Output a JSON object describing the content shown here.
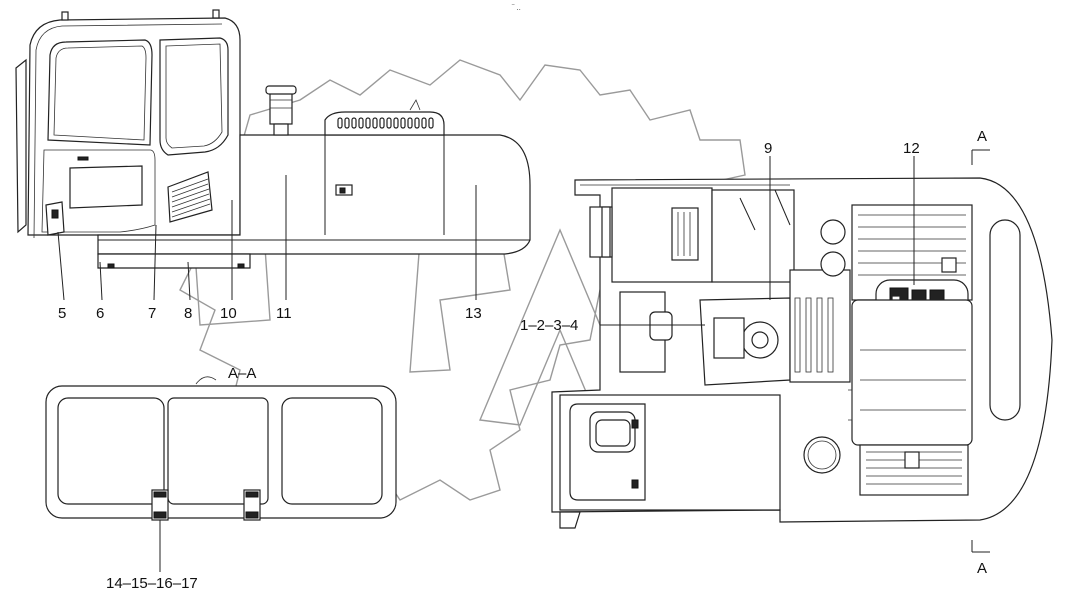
{
  "top_mark": "‾ ‥",
  "section_title": "A–A",
  "section_markers": {
    "top": "A",
    "bottom": "A"
  },
  "callouts": {
    "c5": "5",
    "c6": "6",
    "c7": "7",
    "c8": "8",
    "c10": "10",
    "c11": "11",
    "c13": "13",
    "c9": "9",
    "c12": "12",
    "c1234": "1–2–3–4",
    "c14_17": "14–15–16–17"
  },
  "colors": {
    "line": "#222222",
    "watermark": "#9a9a9a",
    "background": "#ffffff"
  }
}
